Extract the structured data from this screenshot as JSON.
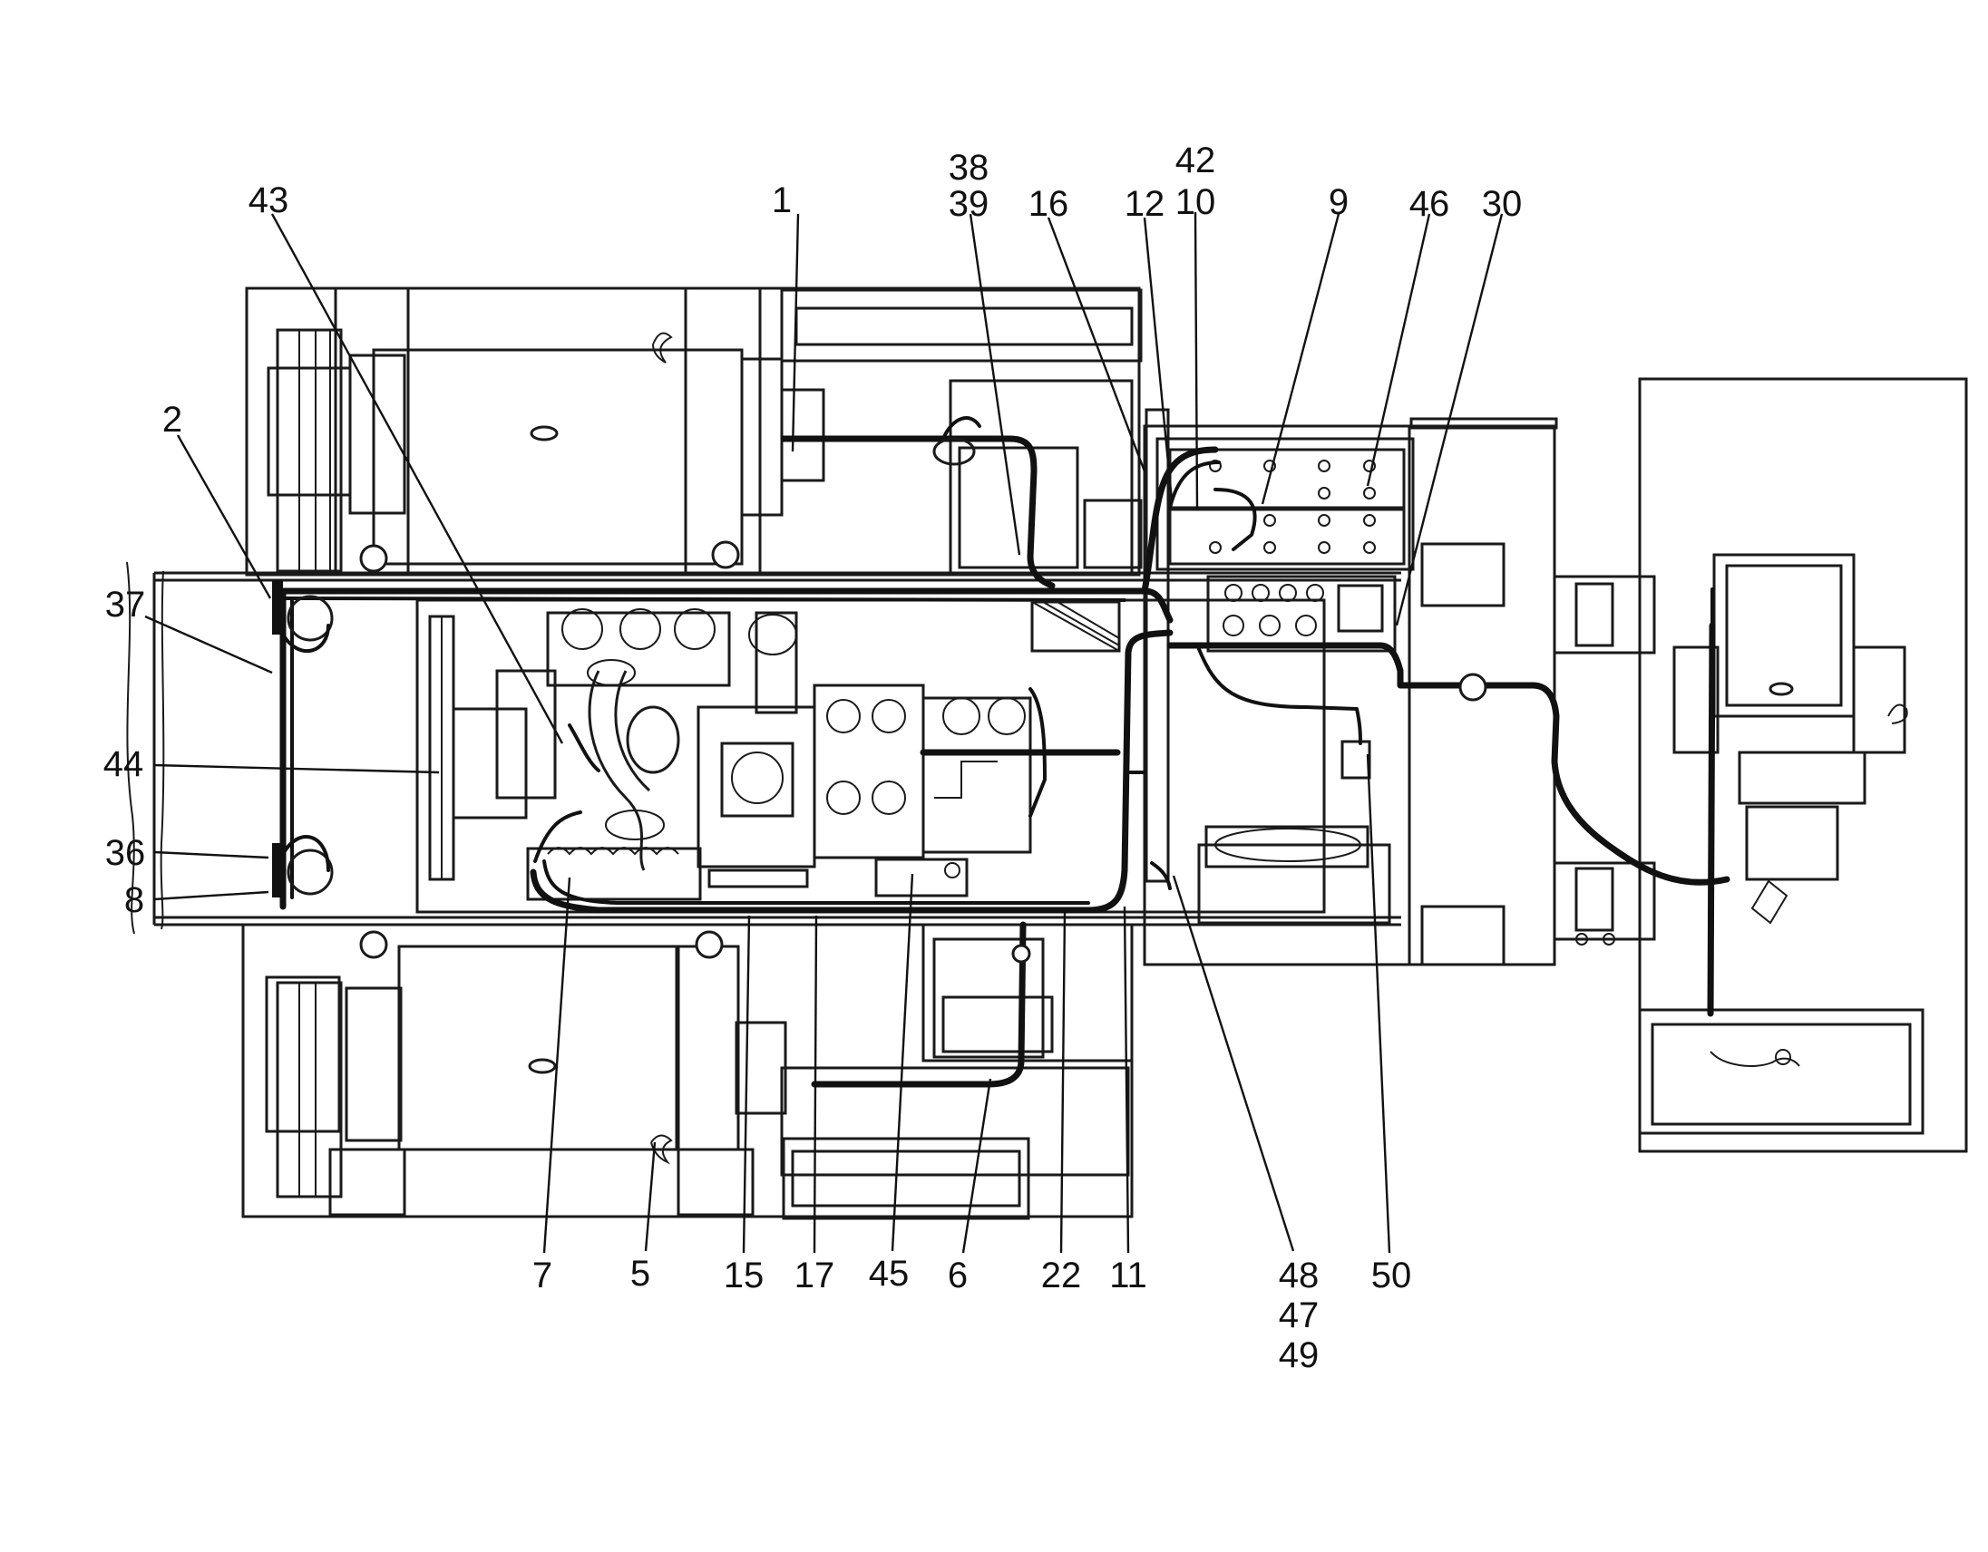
{
  "diagram": {
    "callouts": [
      {
        "id": "c43",
        "text": "43"
      },
      {
        "id": "c1",
        "text": "1"
      },
      {
        "id": "c38",
        "text": "38"
      },
      {
        "id": "c39",
        "text": "39"
      },
      {
        "id": "c16",
        "text": "16"
      },
      {
        "id": "c12",
        "text": "12"
      },
      {
        "id": "c42",
        "text": "42"
      },
      {
        "id": "c10",
        "text": "10"
      },
      {
        "id": "c9",
        "text": "9"
      },
      {
        "id": "c46",
        "text": "46"
      },
      {
        "id": "c30",
        "text": "30"
      },
      {
        "id": "c2",
        "text": "2"
      },
      {
        "id": "c37",
        "text": "37"
      },
      {
        "id": "c44",
        "text": "44"
      },
      {
        "id": "c36",
        "text": "36"
      },
      {
        "id": "c8",
        "text": "8"
      },
      {
        "id": "c7",
        "text": "7"
      },
      {
        "id": "c5",
        "text": "5"
      },
      {
        "id": "c15",
        "text": "15"
      },
      {
        "id": "c17",
        "text": "17"
      },
      {
        "id": "c45",
        "text": "45"
      },
      {
        "id": "c6",
        "text": "6"
      },
      {
        "id": "c22",
        "text": "22"
      },
      {
        "id": "c11",
        "text": "11"
      },
      {
        "id": "c48",
        "text": "48"
      },
      {
        "id": "c47",
        "text": "47"
      },
      {
        "id": "c49",
        "text": "49"
      },
      {
        "id": "c50",
        "text": "50"
      }
    ]
  }
}
